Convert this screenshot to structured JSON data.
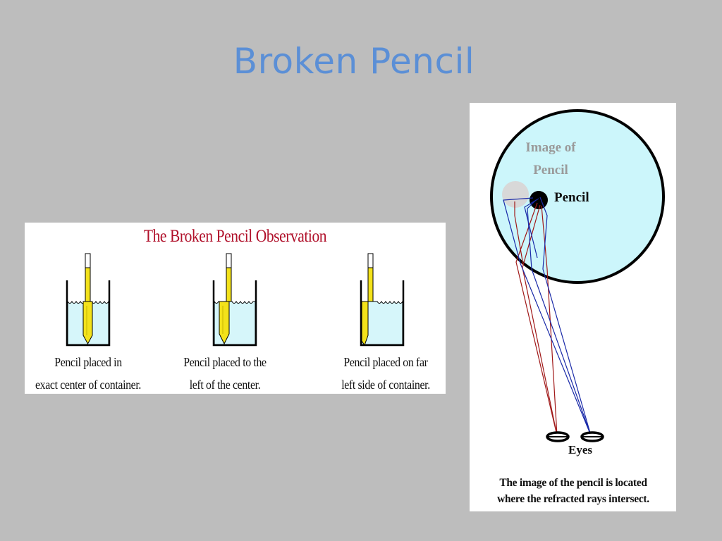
{
  "slide": {
    "title": "Broken Pencil"
  },
  "observation_figure": {
    "title": "The Broken Pencil Observation",
    "captions": [
      {
        "line1": "Pencil placed in",
        "line2": "exact center of container."
      },
      {
        "line1": "Pencil placed to the",
        "line2": "left of the center."
      },
      {
        "line1": "Pencil placed on far",
        "line2": "left side of container."
      }
    ],
    "colors": {
      "water": "#d6f6fa",
      "pencil": "#f3e21a",
      "title": "#b0102a"
    }
  },
  "refraction_figure": {
    "image_label_line1": "Image of",
    "image_label_line2": "Pencil",
    "pencil_label": "Pencil",
    "eyes_label": "Eyes",
    "note_line1": "The image of the pencil is located",
    "note_line2": "where the refracted rays intersect.",
    "colors": {
      "circle_fill": "#ccf6fb",
      "ray_red": "#a01818",
      "ray_blue": "#1a2aa8"
    }
  }
}
